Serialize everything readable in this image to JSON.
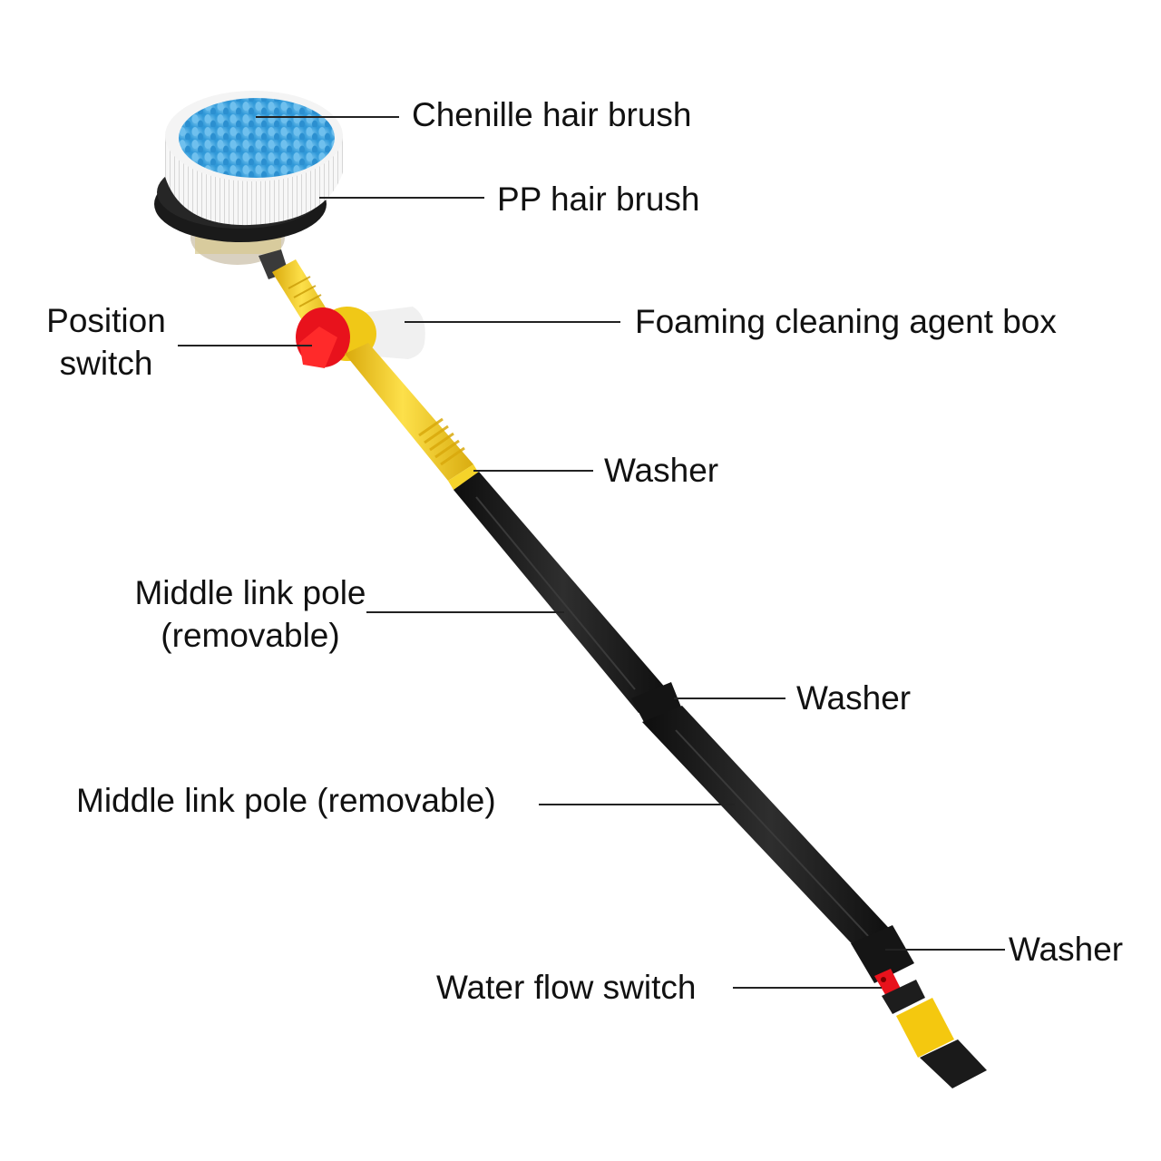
{
  "diagram": {
    "subject": "Rotating car wash brush with extension pole",
    "colors": {
      "chenille": "#4aaee6",
      "pp_bristle": "#f4f4f4",
      "body_yellow": "#f2cc1a",
      "switch_red": "#e8121c",
      "pole_black": "#1b1b1b",
      "leader_line": "#222222",
      "text": "#111111",
      "background": "#ffffff"
    },
    "labels": [
      {
        "id": "chenille",
        "text": "Chenille hair brush"
      },
      {
        "id": "pp",
        "text": "PP hair brush"
      },
      {
        "id": "position_line1",
        "text": "Position"
      },
      {
        "id": "position_line2",
        "text": "switch"
      },
      {
        "id": "foam",
        "text": "Foaming cleaning agent box"
      },
      {
        "id": "washer1",
        "text": "Washer"
      },
      {
        "id": "mid1_line1",
        "text": "Middle link pole"
      },
      {
        "id": "mid1_line2",
        "text": "(removable)"
      },
      {
        "id": "washer2",
        "text": "Washer"
      },
      {
        "id": "mid2",
        "text": "Middle link pole (removable)"
      },
      {
        "id": "washer3",
        "text": "Washer"
      },
      {
        "id": "water",
        "text": "Water flow switch"
      }
    ]
  }
}
